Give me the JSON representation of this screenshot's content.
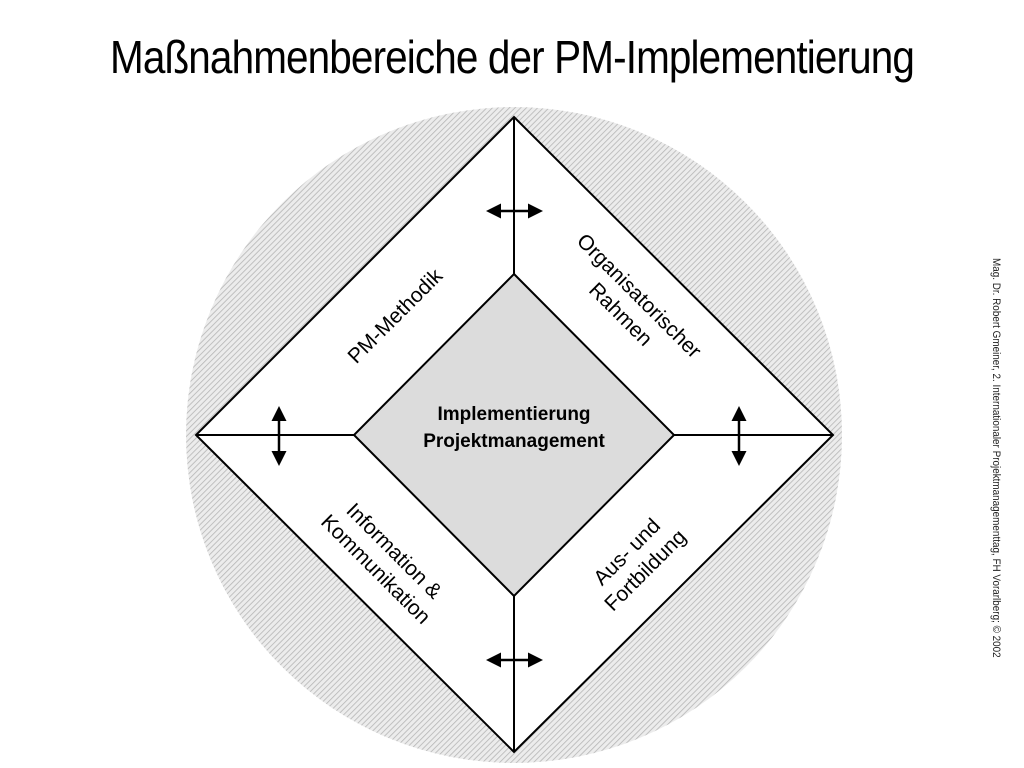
{
  "title": "Maßnahmenbereiche der PM-Implementierung",
  "center": {
    "line1": "Implementierung",
    "line2": "Projektmanagement"
  },
  "quadrants": {
    "top_left": {
      "line1": "PM-Methodik"
    },
    "top_right": {
      "line1": "Organisatorischer",
      "line2": "Rahmen"
    },
    "bottom_left": {
      "line1": "Information &",
      "line2": "Kommunikation"
    },
    "bottom_right": {
      "line1": "Aus- und",
      "line2": "Fortbildung"
    }
  },
  "credit": "Mag. Dr. Robert Gmeiner, 2. Internationaler Projektmanagementtag, FH Vorarlberg; © 2002",
  "colors": {
    "center_fill": "#dcdcdc",
    "circle_hatch": "#bcbcbc",
    "line": "#000000"
  }
}
